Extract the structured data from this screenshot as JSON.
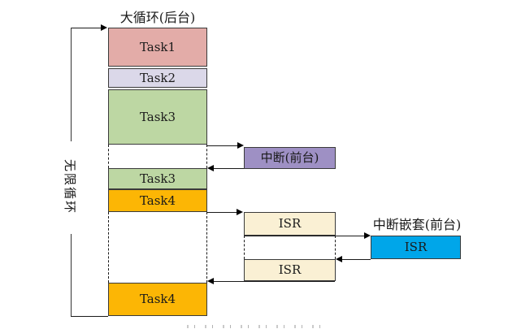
{
  "title": "大循环(后台)",
  "infinite_loop_label": "无限循环",
  "column_segments": [
    {
      "name": "task1",
      "label": "Task1"
    },
    {
      "name": "task2",
      "label": "Task2"
    },
    {
      "name": "task3",
      "label": "Task3"
    },
    {
      "name": "task3_resume",
      "label": "Task3"
    },
    {
      "name": "task4",
      "label": "Task4"
    },
    {
      "name": "task4_resume",
      "label": "Task4"
    }
  ],
  "foreground": {
    "interrupt_label": "中断(前台)",
    "isr_label_1": "ISR",
    "isr_label_2": "ISR",
    "nested_title": "中断嵌套(前台)",
    "nested_isr_label": "ISR"
  },
  "colors": {
    "task1": "#e3aca8",
    "task2": "#dbd8e9",
    "task3": "#bdd7a3",
    "task4": "#fcb605",
    "interrupt": "#9e90c4",
    "isr": "#faf0d4",
    "nested_isr": "#00a6e9",
    "line": "#1a1a1a"
  }
}
